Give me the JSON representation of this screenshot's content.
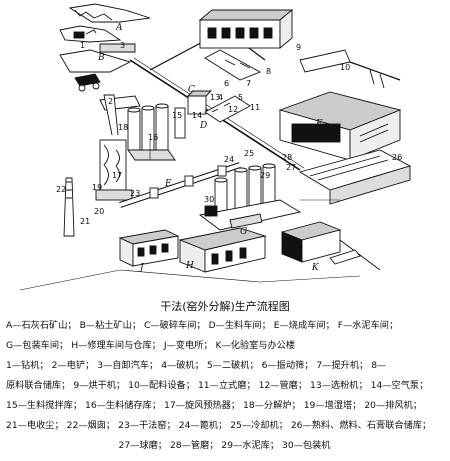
{
  "title": "干法(窑外分解)生产流程图",
  "legend_lines": [
    [
      "A—石灰石矿山；",
      "B—粘土矿山；",
      "C—破碎车间；",
      "D—生料车间；",
      "E—烧成车间；",
      "F—水泥车间；"
    ],
    [
      "G—包装车间；",
      "H—修理车间与仓库；",
      "J—变电所；",
      "K—化验室与办公楼"
    ],
    [
      "1—钻机；",
      "2—电铲；",
      "3—自卸汽车；",
      "4—破机；",
      "5—二破机；",
      "6—振动筛；",
      "7—提升机；",
      "8—"
    ],
    [
      "原料联合储库；",
      "9—烘干机；",
      "10—配料设备；",
      "11—立式磨；",
      "12—管磨；",
      "13—选粉机；",
      "14—空气泵；"
    ],
    [
      "15—生料搅拌库；",
      "16—生料储存库；",
      "17—旋风预热器；",
      "18—分解炉；",
      "19—增湿塔；",
      "20—排风机；"
    ],
    [
      "21—电收尘；",
      "22—烟囱；",
      "23—干法窑；",
      "24—篦机；",
      "25—冷却机；",
      "26—熟料、燃料、石膏联合储库；"
    ],
    [
      "27—球磨；",
      "28—管磨；",
      "29—水泥库；",
      "30—包装机"
    ]
  ],
  "diagram_labels": {
    "zones": [
      "A",
      "B",
      "C",
      "D",
      "E",
      "F",
      "G",
      "H",
      "J",
      "K"
    ],
    "numbers": [
      "1",
      "2",
      "3",
      "4",
      "5",
      "6",
      "7",
      "8",
      "9",
      "10",
      "11",
      "12",
      "13",
      "14",
      "15",
      "16",
      "17",
      "18",
      "19",
      "20",
      "21",
      "22",
      "23",
      "24",
      "25",
      "26",
      "27",
      "28",
      "29",
      "30"
    ]
  }
}
